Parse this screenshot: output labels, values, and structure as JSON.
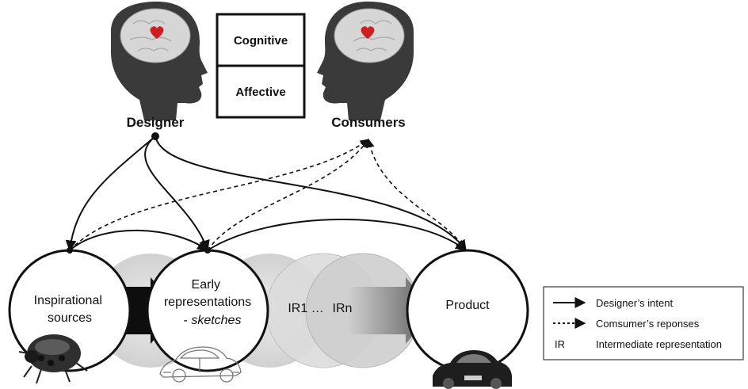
{
  "top": {
    "designer_label": "Designer",
    "consumers_label": "Consumers",
    "box_top": "Cognitive",
    "box_bottom": "Affective"
  },
  "stages": {
    "inspirational": [
      "Inspirational",
      "sources"
    ],
    "early": [
      "Early",
      "representations",
      "- ",
      "sketches"
    ],
    "ir": "IR1 …",
    "irn": "IRn",
    "product": "Product"
  },
  "legend": {
    "solid": "Designer’s intent",
    "dotted": "Comsumer’s reponses",
    "ir_abbr": "IR",
    "ir_full": "Intermediate  representation"
  },
  "icons": [
    "head-icon",
    "brain-icon",
    "heart-icon",
    "ladybug-icon",
    "car-sketch-icon",
    "car-photo-icon",
    "arrow-icon"
  ],
  "colors": {
    "head": "#3a3a3a",
    "brain": "#d4d4d4",
    "heart": "#cc1f1f",
    "stage_fill": "#ffffff",
    "faded": "#d9d9d9"
  }
}
